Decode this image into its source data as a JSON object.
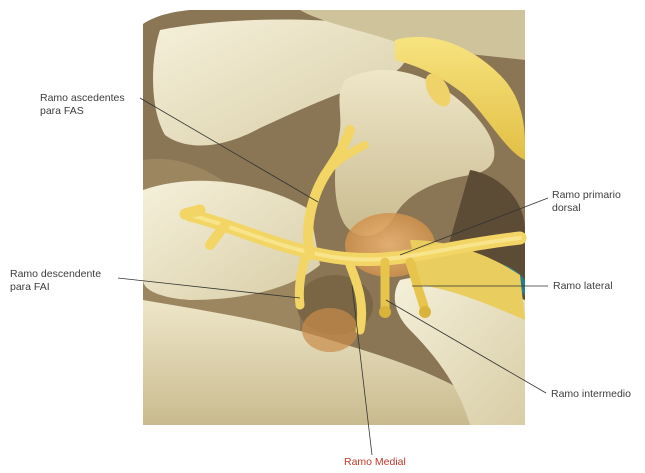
{
  "labels": {
    "ramo_ascendentes": [
      "Ramo ascedentes",
      "para FAS"
    ],
    "ramo_primario": [
      "Ramo primario",
      "dorsal"
    ],
    "ramo_descendente": [
      "Ramo descendente",
      "para FAI"
    ],
    "ramo_lateral": "Ramo lateral",
    "ramo_intermedio": "Ramo intermedio",
    "ramo_medial": "Ramo Medial"
  },
  "colors": {
    "bone_light": "#efe8cf",
    "bone_mid": "#e0d6b4",
    "bone_dark": "#b9ab83",
    "shadow": "#7d6b4b",
    "nerve": "#f2d565",
    "nerve_dark": "#d9b43a",
    "ligament": "#e8a861",
    "vessel_teal": "#2a7c86",
    "medial_label": "#c0392b"
  }
}
